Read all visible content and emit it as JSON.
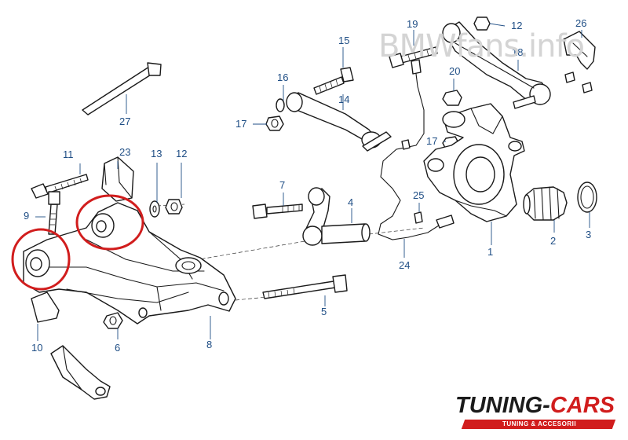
{
  "watermark": "BMWfans.info",
  "logo": {
    "main_prefix": "TUNING-",
    "main_accent": "CARS",
    "subtitle": "TUNING & ACCESORII"
  },
  "highlight_color": "#d11d1d",
  "callout_color": "#1f4e85",
  "callouts": [
    "1",
    "2",
    "3",
    "4",
    "5",
    "6",
    "7",
    "8",
    "9",
    "10",
    "11",
    "12",
    "12",
    "13",
    "14",
    "15",
    "16",
    "17",
    "17",
    "18",
    "19",
    "20",
    "23",
    "24",
    "25",
    "26",
    "27"
  ],
  "highlights": [
    "front-bushing-circle",
    "rear-bushing-circle"
  ]
}
